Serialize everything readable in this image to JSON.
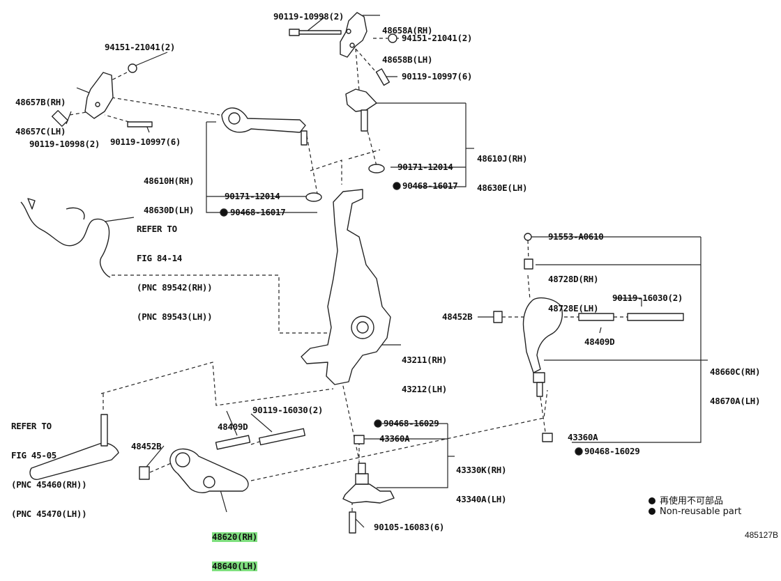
{
  "diagram": {
    "figure_code": "485127B",
    "legend": {
      "line1": "再使用不可部品",
      "line2": "Non-reusable part"
    },
    "labels": {
      "bolt_90119_10998_top": "90119-10998(2)",
      "bracket_48658": [
        "48658A(RH)",
        "48658B(LH)"
      ],
      "nut_94151_right": "94151-21041(2)",
      "nut_94151_left": "94151-21041(2)",
      "bolt_90119_10997_top": "90119-10997(6)",
      "bracket_48657": [
        "48657B(RH)",
        "48657C(LH)"
      ],
      "bolt_90119_10998_left": "90119-10998(2)",
      "bolt_90119_10997_left": "90119-10997(6)",
      "arm_48610J": [
        "48610J(RH)",
        "48630E(LH)"
      ],
      "nut_90171_right": "90171-12014",
      "pin_90468_right": "90468-16017",
      "arm_48610H": [
        "48610H(RH)",
        "48630D(LH)"
      ],
      "nut_90171_left": "90171-12014",
      "pin_90468_left": "90468-16017",
      "refer_84": [
        "REFER TO",
        "FIG 84-14",
        "(PNC 89542(RH))",
        "(PNC 89543(LH))"
      ],
      "bolt_91553": "91553-A0610",
      "bracket_48728": [
        "48728D(RH)",
        "48728E(LH)"
      ],
      "bolt_90119_16030_right": "90119-16030(2)",
      "bush_48452_right": "48452B",
      "washer_48409_right": "48409D",
      "knuckle_43211": [
        "43211(RH)",
        "43212(LH)"
      ],
      "arm_48660": [
        "48660C(RH)",
        "48670A(LH)"
      ],
      "refer_45": [
        "REFER TO",
        "FIG 45-05",
        "(PNC 45460(RH))",
        "(PNC 45470(LH))"
      ],
      "bolt_90119_16030_left": "90119-16030(2)",
      "washer_48409_left": "48409D",
      "bush_48452_left": "48452B",
      "pin_90468_16029_top": "90468-16029",
      "nut_43360_left": "43360A",
      "nut_43360_right": "43360A",
      "pin_90468_16029_bottom": "90468-16029",
      "balljoint_43330": [
        "43330K(RH)",
        "43340A(LH)"
      ],
      "arm_48620": [
        "48620(RH)",
        "48640(LH)"
      ],
      "bolt_90105": "90105-16083(6)"
    }
  }
}
